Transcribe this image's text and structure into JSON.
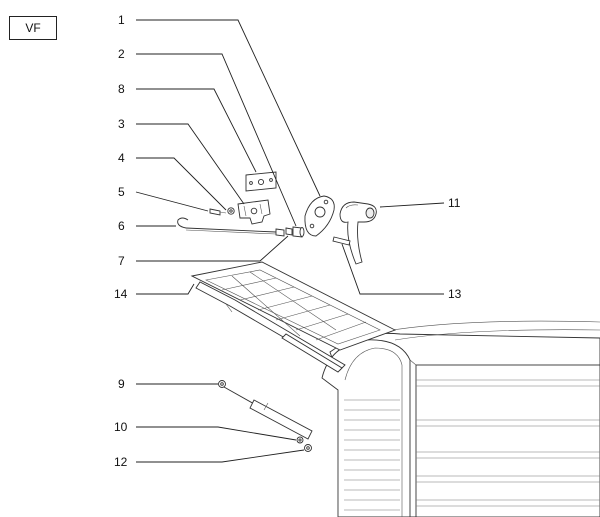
{
  "model_code": "VF",
  "callouts": [
    {
      "id": "1",
      "text": "1"
    },
    {
      "id": "2",
      "text": "2"
    },
    {
      "id": "8",
      "text": "8"
    },
    {
      "id": "3",
      "text": "3"
    },
    {
      "id": "4",
      "text": "4"
    },
    {
      "id": "5",
      "text": "5"
    },
    {
      "id": "6",
      "text": "6"
    },
    {
      "id": "7",
      "text": "7"
    },
    {
      "id": "14",
      "text": "14"
    },
    {
      "id": "9",
      "text": "9"
    },
    {
      "id": "10",
      "text": "10"
    },
    {
      "id": "12",
      "text": "12"
    },
    {
      "id": "11",
      "text": "11"
    },
    {
      "id": "13",
      "text": "13"
    }
  ]
}
